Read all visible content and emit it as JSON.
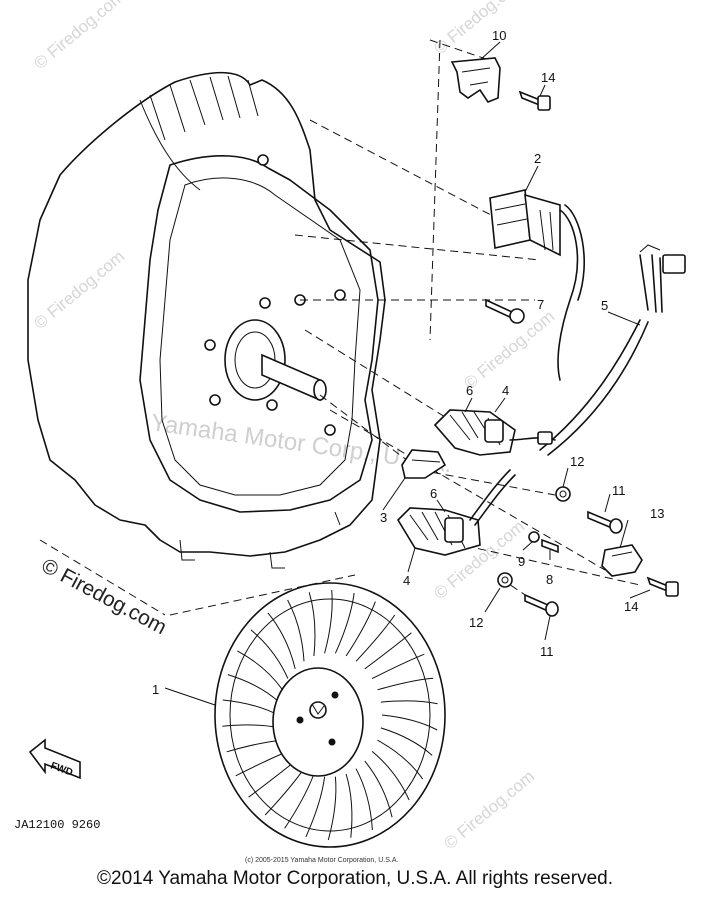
{
  "diagram": {
    "callouts": {
      "c1": "1",
      "c2": "2",
      "c3": "3",
      "c4a": "4",
      "c4b": "4",
      "c5": "5",
      "c6a": "6",
      "c6b": "6",
      "c7": "7",
      "c8": "8",
      "c9": "9",
      "c10": "10",
      "c11a": "11",
      "c11b": "11",
      "c12a": "12",
      "c12b": "12",
      "c13": "13",
      "c14a": "14",
      "c14b": "14"
    },
    "fwd_label": "FWD",
    "diagram_code": "JA12100 9260",
    "small_copyright": "(c) 2005-2015 Yamaha Motor Corporation, U.S.A.",
    "watermark_logo": "© Firedog.com",
    "watermark_small": "© Firedog.com",
    "watermark_center": "Yamaha Motor Corp., U.S.A."
  },
  "footer": {
    "copyright": "©2014 Yamaha Motor Corporation, U.S.A. All rights reserved."
  }
}
